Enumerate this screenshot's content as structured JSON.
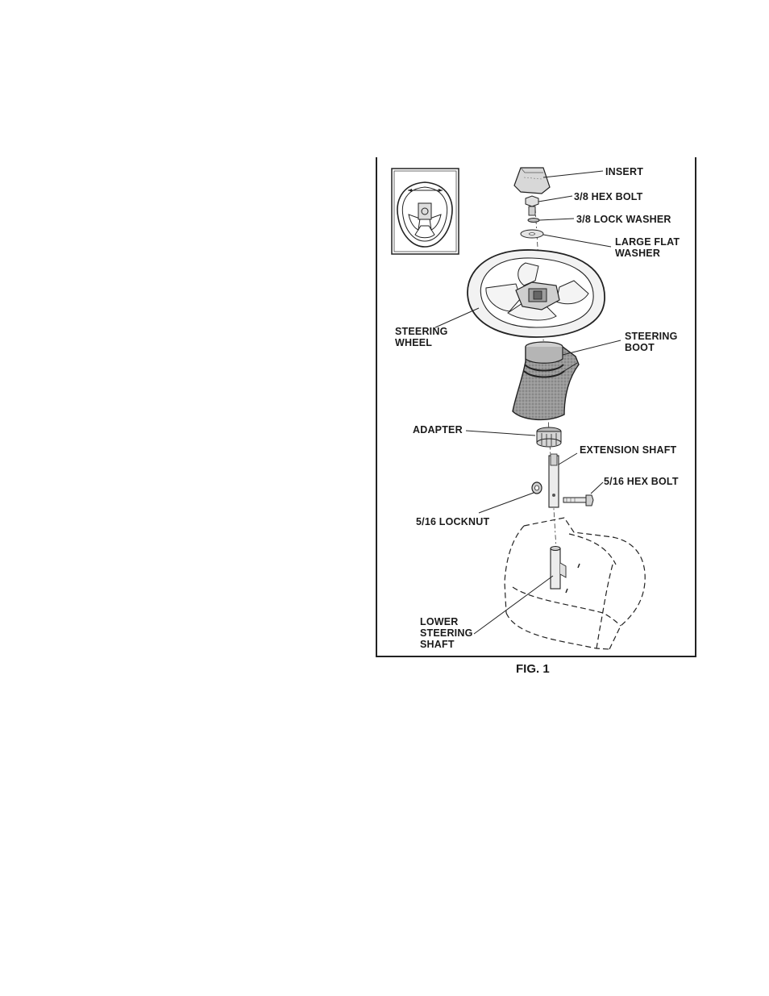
{
  "figure": {
    "caption": "FIG. 1",
    "labels": {
      "insert": "INSERT",
      "hex_bolt_38": "3/8 HEX BOLT",
      "lock_washer_38": "3/8 LOCK WASHER",
      "large_flat_washer": [
        "LARGE FLAT",
        "WASHER"
      ],
      "steering_wheel": [
        "STEERING",
        "WHEEL"
      ],
      "steering_boot": [
        "STEERING",
        "BOOT"
      ],
      "adapter": "ADAPTER",
      "extension_shaft": "EXTENSION SHAFT",
      "hex_bolt_516": "5/16 HEX BOLT",
      "locknut_516": "5/16 LOCKNUT",
      "lower_steering_shaft": [
        "LOWER",
        "STEERING",
        "SHAFT"
      ]
    }
  }
}
